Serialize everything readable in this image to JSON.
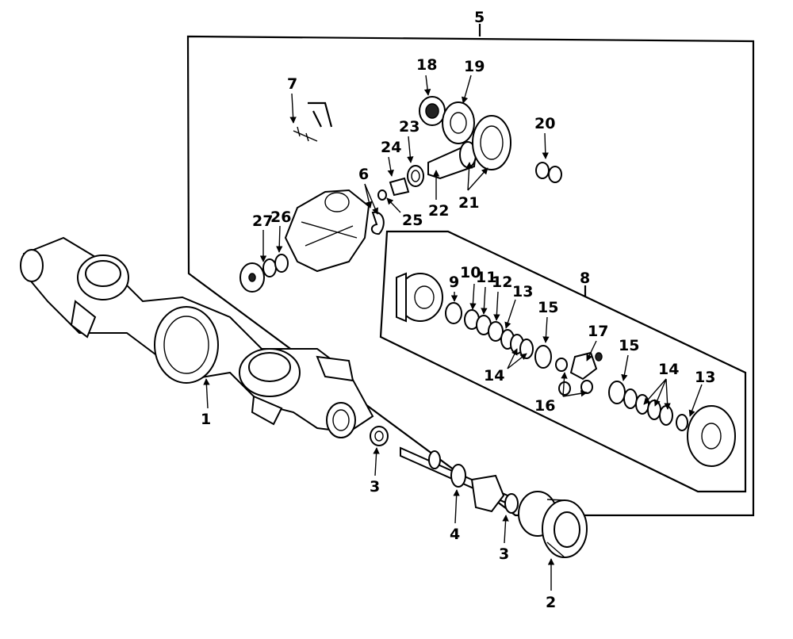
{
  "diagram": {
    "callouts": {
      "c1": "1",
      "c2": "2",
      "c3a": "3",
      "c3b": "3",
      "c4": "4",
      "c5": "5",
      "c6": "6",
      "c7": "7",
      "c8": "8",
      "c9": "9",
      "c10": "10",
      "c11": "11",
      "c12": "12",
      "c13a": "13",
      "c13b": "13",
      "c14a": "14",
      "c14b": "14",
      "c15a": "15",
      "c15b": "15",
      "c16": "16",
      "c17": "17",
      "c18": "18",
      "c19": "19",
      "c20": "20",
      "c21": "21",
      "c22": "22",
      "c23": "23",
      "c24": "24",
      "c25": "25",
      "c26": "26",
      "c27": "27"
    }
  }
}
